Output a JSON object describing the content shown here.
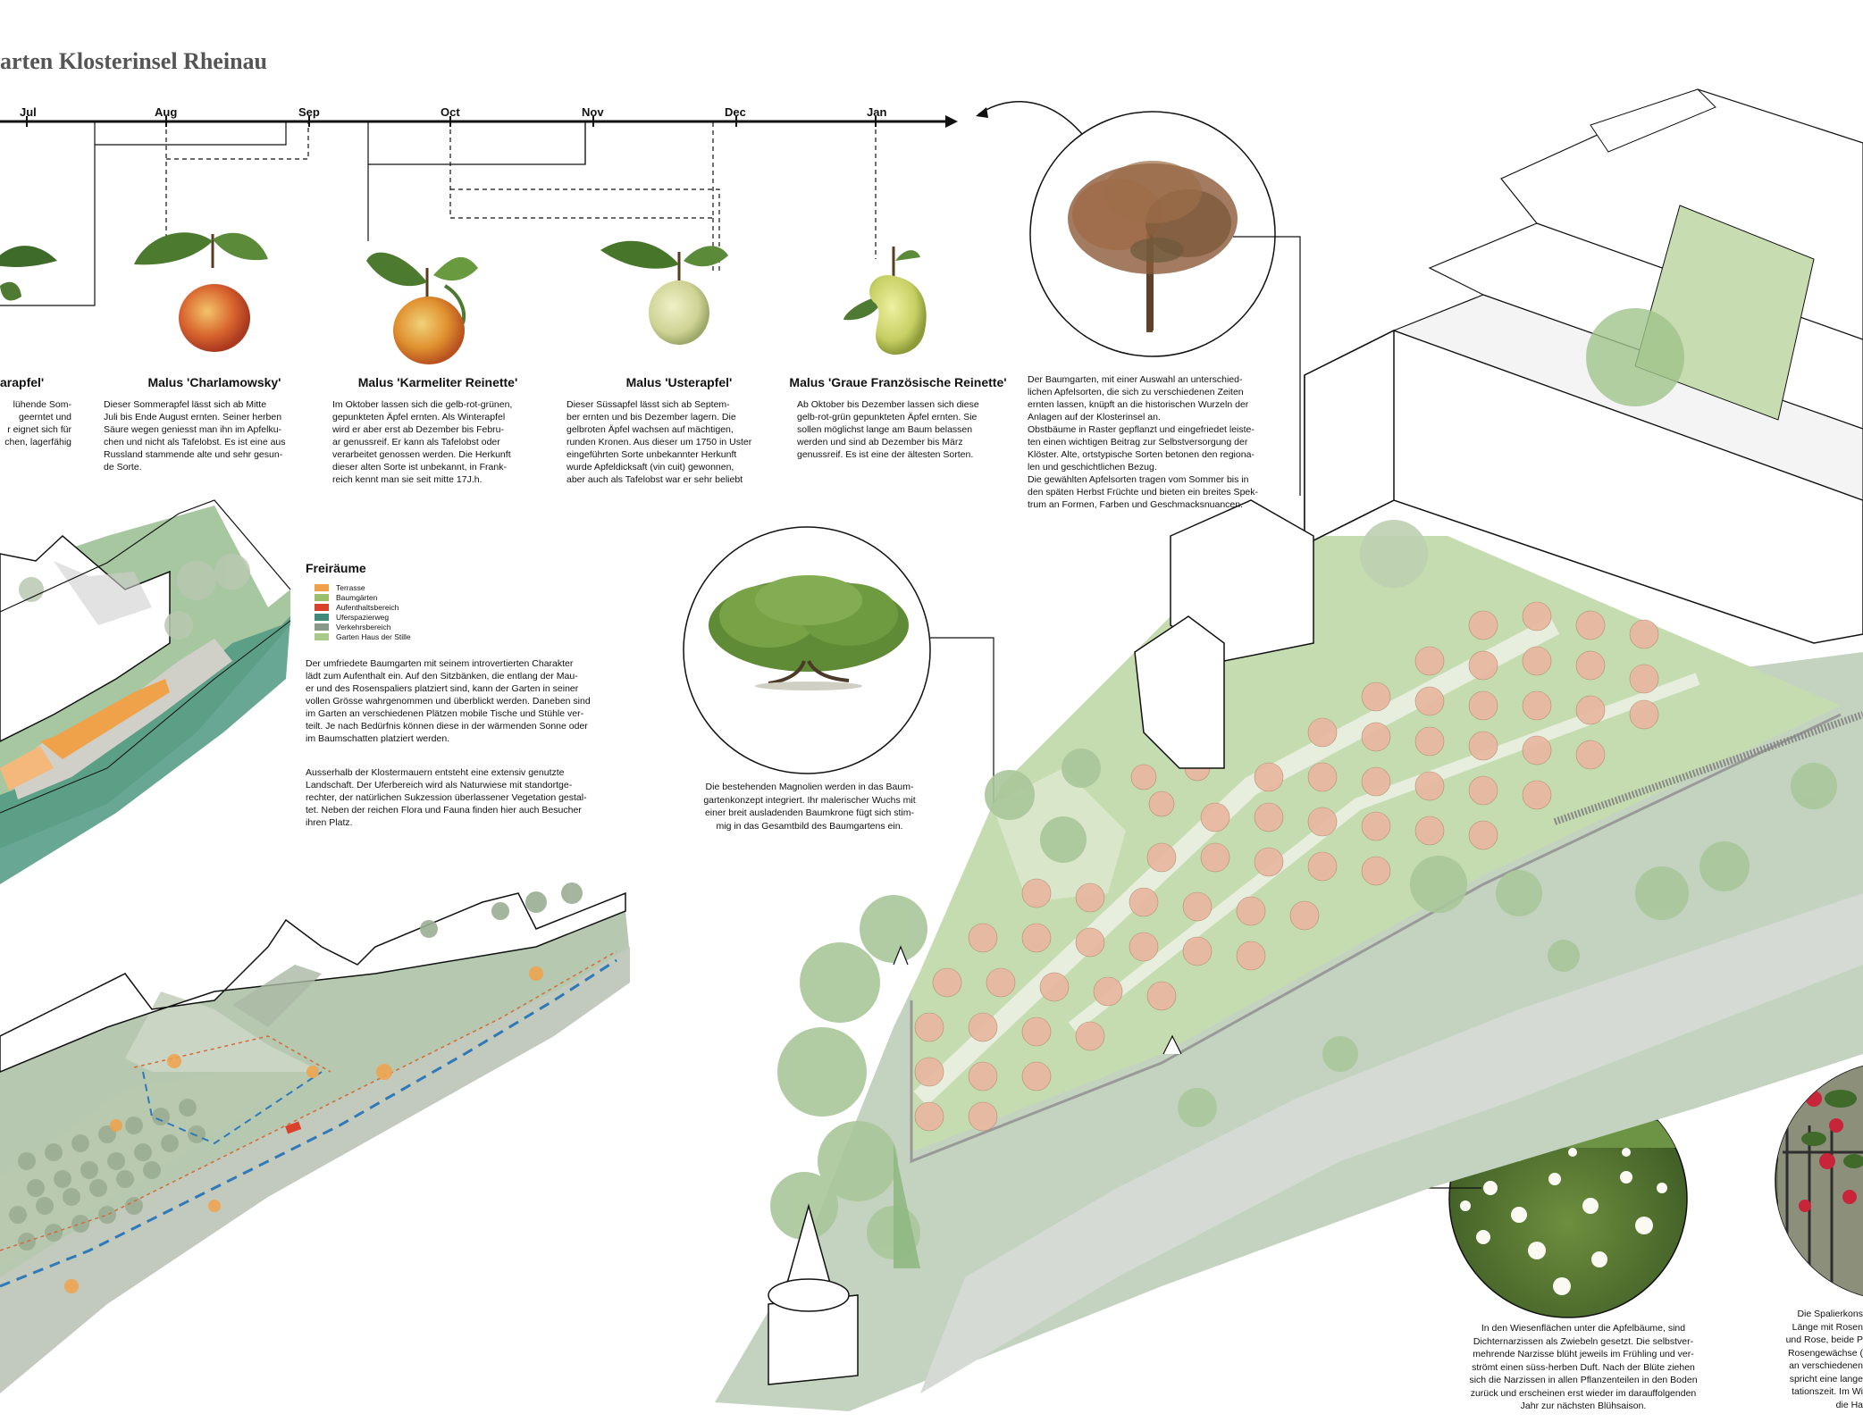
{
  "title": "arten Klosterinsel Rheinau",
  "timeline": {
    "months": [
      "Jul",
      "Aug",
      "Sep",
      "Oct",
      "Nov",
      "Dec",
      "Jan"
    ]
  },
  "varieties": [
    {
      "name": "arapfel'",
      "desc": [
        "lühende Som-",
        "geerntet und",
        "r eignet sich für",
        "chen, lagerfähig"
      ]
    },
    {
      "name": "Malus 'Charlamowsky'",
      "desc": [
        "Dieser Sommerapfel lässt sich ab Mitte",
        "Juli bis Ende August ernten. Seiner herben",
        "Säure wegen geniesst man ihn im Apfelku-",
        "chen und nicht als Tafelobst. Es ist eine aus",
        "Russland stammende alte und sehr gesun-",
        "de Sorte."
      ]
    },
    {
      "name": "Malus 'Karmeliter Reinette'",
      "desc": [
        "Im Oktober lassen sich die gelb-rot-grünen,",
        "gepunkteten Äpfel ernten. Als Winterapfel",
        "wird er aber erst ab Dezember bis Febru-",
        "ar genussreif. Er kann als Tafelobst oder",
        "verarbeitet genossen werden. Die Herkunft",
        "dieser alten Sorte ist unbekannt, in Frank-",
        "reich kennt man sie seit mitte 17J.h."
      ]
    },
    {
      "name": "Malus 'Usterapfel'",
      "desc": [
        "Dieser Süssapfel lässt sich ab Septem-",
        "ber ernten und bis Dezember lagern. Die",
        "gelbroten Äpfel wachsen auf mächtigen,",
        "runden Kronen. Aus dieser um 1750 in Uster",
        "eingeführten Sorte unbekannter Herkunft",
        "wurde Apfeldicksaft (vin cuit) gewonnen,",
        "aber auch als Tafelobst war er sehr beliebt"
      ]
    },
    {
      "name": "Malus 'Graue Französische Reinette'",
      "desc": [
        "Ab Oktober bis Dezember lassen sich diese",
        "gelb-rot-grün gepunkteten Äpfel ernten. Sie",
        "sollen möglichst lange am Baum belassen",
        "werden und sind ab Dezember bis März",
        "genussreif. Es ist eine der ältesten Sorten."
      ]
    }
  ],
  "baumgarten_text": [
    "Der Baumgarten, mit einer Auswahl an unterschied-",
    "lichen Apfelsorten, die sich zu verschiedenen Zeiten",
    "ernten lassen, knüpft an die historischen Wurzeln der",
    "Anlagen auf der Klosterinsel an.",
    "Obstbäume in Raster gepflanzt und eingefriedet leiste-",
    "ten einen wichtigen Beitrag zur Selbstversorgung der",
    "Klöster. Alte, ortstypische Sorten betonen den regiona-",
    "len und geschichtlichen Bezug.",
    "Die gewählten Apfelsorten tragen vom Sommer bis in",
    "den späten Herbst Früchte und bieten ein breites Spek-",
    "trum an Formen, Farben und Geschmacksnuancen."
  ],
  "legend": {
    "title": "Freiräume",
    "items": [
      {
        "label": "Terrasse",
        "color": "#f0a24a"
      },
      {
        "label": "Baumgärten",
        "color": "#9bbf6a"
      },
      {
        "label": "Aufenthaltsbereich",
        "color": "#d9412a"
      },
      {
        "label": "Uferspazierweg",
        "color": "#3f8a78"
      },
      {
        "label": "Verkehrsbereich",
        "color": "#8a9a8a"
      },
      {
        "label": "Garten Haus der Stille",
        "color": "#a8c98a"
      }
    ]
  },
  "freiraum_text1": [
    "Der umfriedete Baumgarten mit seinem introvertierten Charakter",
    "lädt zum Aufenthalt ein. Auf den Sitzbänken, die entlang der Mau-",
    "er und des Rosenspaliers platziert sind, kann der Garten in seiner",
    "vollen Grösse wahrgenommen und überblickt werden. Daneben sind",
    "im Garten an verschiedenen Plätzen mobile Tische und Stühle ver-",
    "teilt. Je nach Bedürfnis können diese in der wärmenden Sonne oder",
    "im Baumschatten platziert werden."
  ],
  "freiraum_text2": [
    "Ausserhalb der Klostermauern entsteht eine extensiv genutzte",
    "Landschaft. Der Uferbereich wird als Naturwiese mit standortge-",
    "rechter, der natürlichen Sukzession überlassener Vegetation gestal-",
    "tet. Neben der reichen Flora und Fauna finden hier auch Besucher",
    "ihren Platz."
  ],
  "magnolia_caption": [
    "Die bestehenden Magnolien werden in das Baum-",
    "gartenkonzept integriert. Ihr malerischer Wuchs mit",
    "einer breit ausladenden Baumkrone fügt sich stim-",
    "mig in das Gesamtbild des Baumgartens ein."
  ],
  "narcissus_caption": [
    "In den Wiesenflächen unter die Apfelbäume, sind",
    "Dichternarzissen als Zwiebeln gesetzt. Die selbstver-",
    "mehrende Narzisse blüht jeweils im Frühling und ver-",
    "strömt einen süss-herben Duft. Nach der Blüte ziehen",
    "sich die Narzissen in allen Pflanzenteilen in den Boden",
    "zurück und erscheinen erst wieder im darauffolgenden",
    "Jahr zur nächsten Blühsaison."
  ],
  "rose_caption": [
    "Die Spalierkons",
    "Länge mit Rosen",
    "und Rose, beide P",
    "Rosengewächse (",
    "an verschiedenen",
    "spricht eine lange",
    "tationszeit. Im Wi",
    "die Ha"
  ]
}
